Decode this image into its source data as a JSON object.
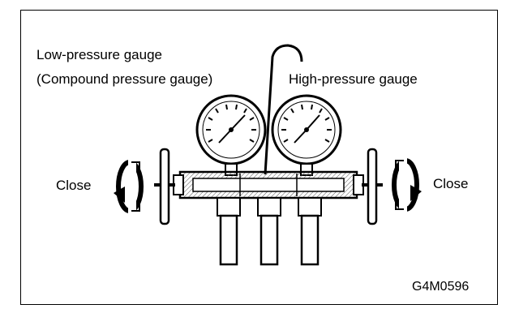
{
  "labels": {
    "low_line1": "Low-pressure gauge",
    "low_line2": "(Compound pressure gauge)",
    "high": "High-pressure gauge",
    "close_left": "Close",
    "close_right": "Close",
    "figure_code": "G4M0596"
  },
  "icons": {
    "left_rotation": "counterclockwise-arrow-icon",
    "right_rotation": "clockwise-arrow-icon"
  },
  "colors": {
    "ink": "#000000",
    "background": "#ffffff",
    "hatch": "#555555"
  }
}
